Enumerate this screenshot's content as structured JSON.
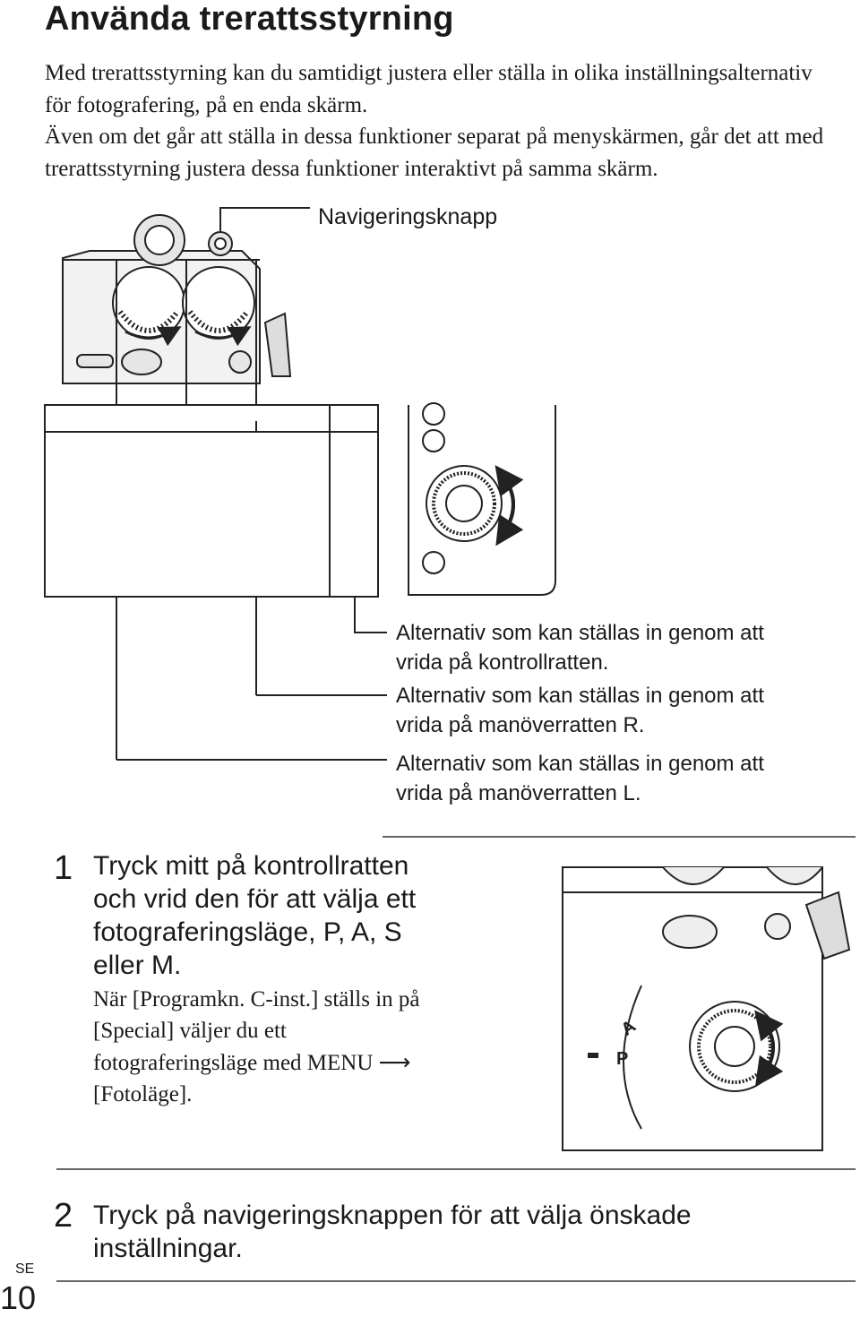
{
  "title": "Använda trerattsstyrning",
  "intro": [
    "Med trerattsstyrning kan du samtidigt justera eller ställa in olika inställningsalternativ för fotografering, på en enda skärm.",
    "Även om det går att ställa in dessa funktioner separat på menyskärmen, går det att med trerattsstyrning justera dessa funktioner interaktivt på samma skärm."
  ],
  "diagram": {
    "nav_label": "Navigeringsknapp",
    "callouts": [
      [
        "Alternativ som kan ställas in genom att",
        "vrida på kontrollratten."
      ],
      [
        "Alternativ som kan ställas in genom att",
        "vrida på manöverratten R."
      ],
      [
        "Alternativ som kan ställas in genom att",
        "vrida på manöverratten L."
      ]
    ]
  },
  "steps": [
    {
      "number": "1",
      "heading": [
        "Tryck mitt på kontrollratten",
        "och vrid den för att välja ett",
        "fotograferingsläge, P, A, S",
        "eller M."
      ],
      "note": [
        "När [Programkn. C-inst.] ställs in på",
        "[Special] väljer du ett",
        "fotograferingsläge med MENU",
        "[Fotoläge]."
      ],
      "mode_dial_labels": [
        "A",
        "P"
      ]
    },
    {
      "number": "2",
      "heading": [
        "Tryck på navigeringsknappen för att välja önskade",
        "inställningar."
      ]
    }
  ],
  "footer": {
    "lang": "SE",
    "page": "10"
  }
}
